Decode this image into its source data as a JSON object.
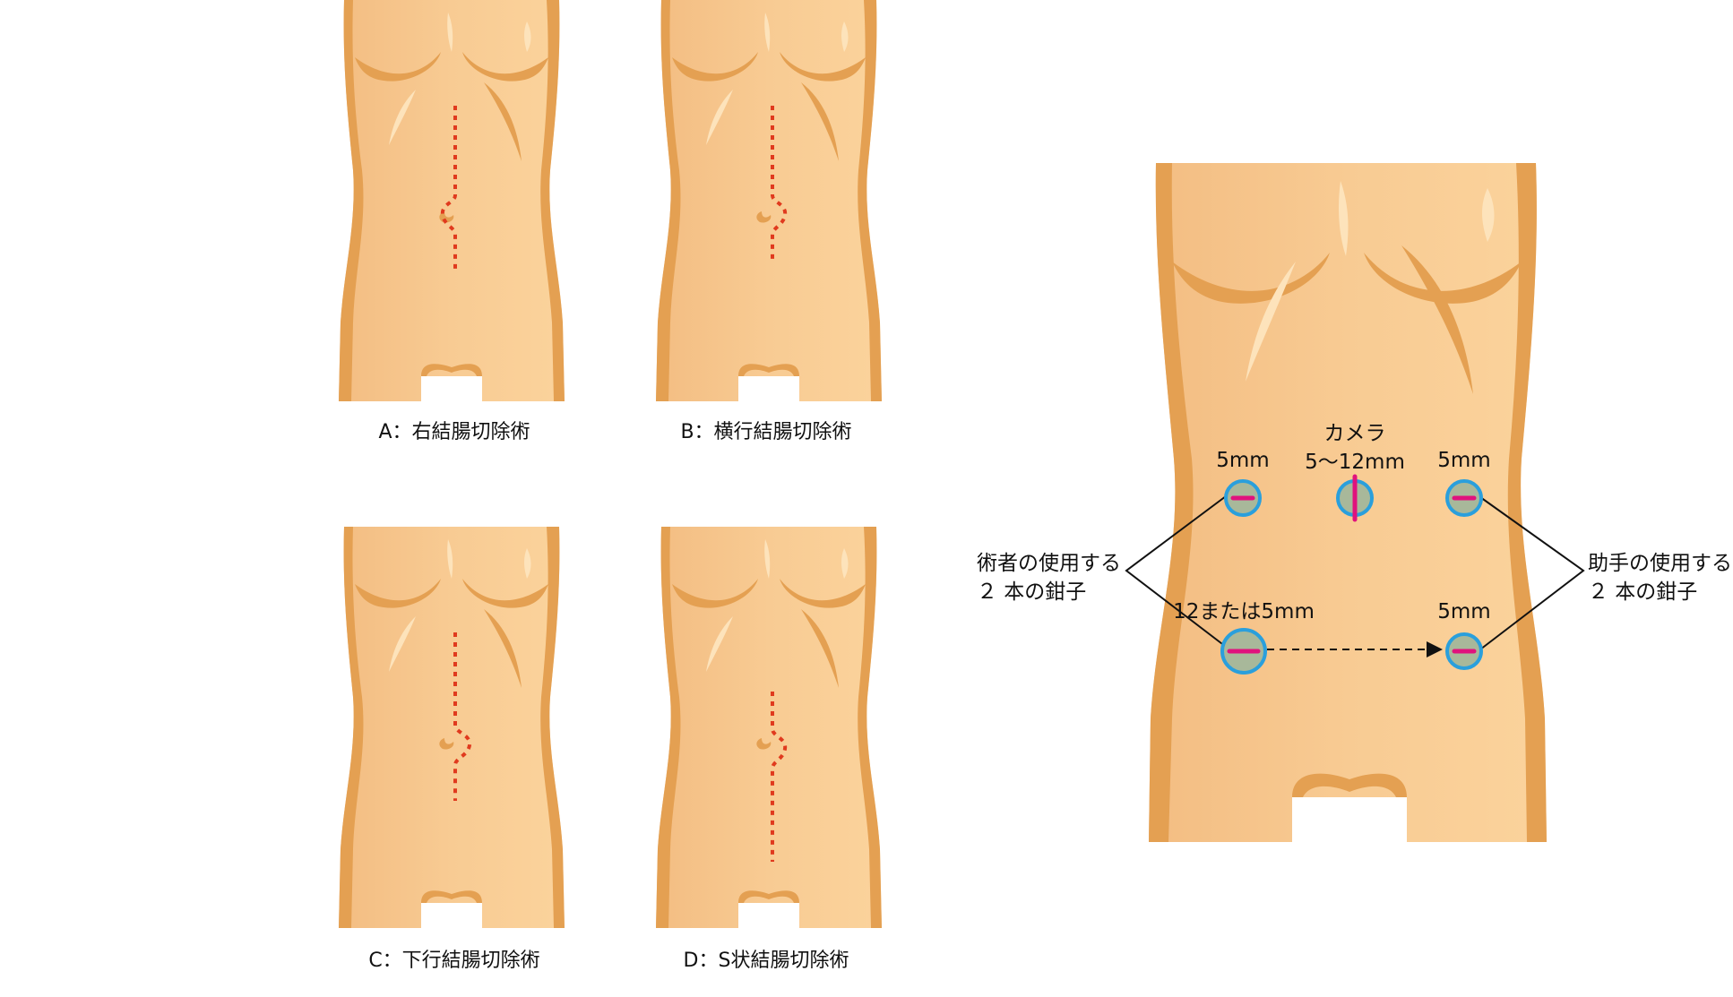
{
  "captions": {
    "a": "A：右結腸切除術",
    "b": "B：横行結腸切除術",
    "c": "C：下行結腸切除術",
    "d": "D：S状結腸切除術"
  },
  "ports": {
    "camera_label_1": "カメラ",
    "camera_label_2": "5〜12mm",
    "upper_left": "5mm",
    "upper_right": "5mm",
    "lower_left": "12または5mm",
    "lower_right": "5mm"
  },
  "forceps": {
    "surgeon_line1": "術者の使用する",
    "surgeon_line2": "２ 本の鉗子",
    "assistant_line1": "助手の使用する",
    "assistant_line2": "２ 本の鉗子"
  },
  "colors": {
    "skin": "#f7c88e",
    "skin_shadow": "#e4a052",
    "incision": "#e03a1e",
    "port_ring": "#2a9fdc",
    "port_fill": "#a8b89a",
    "port_mark": "#e0127d"
  }
}
